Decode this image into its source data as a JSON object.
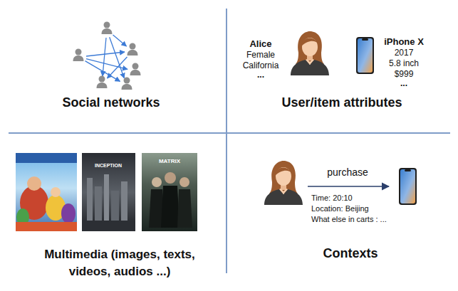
{
  "diagram": {
    "labels": [
      "Alice",
      "Female",
      "California",
      "...",
      "iPhone X",
      "2017",
      "5.8 inch",
      "$999",
      "...",
      "Social networks",
      "User/item attributes",
      "INCEPTION",
      "MATRIX",
      "Multimedia (images, texts, videos, audios ...)",
      "Contexts",
      "purchase",
      "Time: 20:10",
      "Location: Beijing",
      "What else in carts : ..."
    ]
  }
}
